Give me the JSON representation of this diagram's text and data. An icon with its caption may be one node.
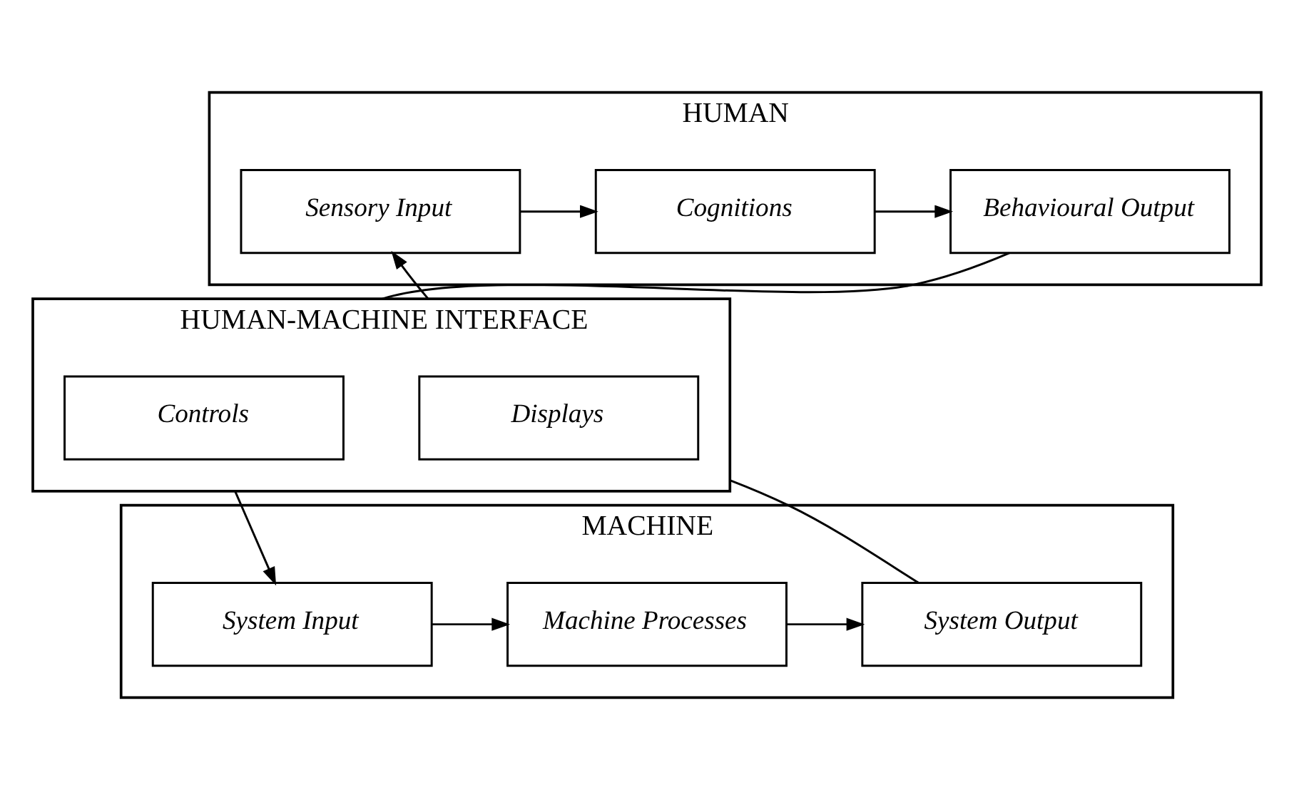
{
  "diagram": {
    "nodes": [
      {
        "text": [
          "HUMAN"
        ]
      },
      {
        "text": [
          "Sensory Input"
        ],
        "in": 0
      },
      {
        "text": [
          "Cognitions"
        ],
        "in": 0
      },
      {
        "text": [
          "Behavioural Output"
        ],
        "in": 0
      },
      {
        "text": [
          "HUMAN-MACHINE INTERFACE"
        ]
      },
      {
        "text": [
          "Displays"
        ],
        "in": 4
      },
      {
        "text": [
          "Controls"
        ],
        "in": 4
      },
      {
        "text": [
          "MACHINE"
        ]
      },
      {
        "text": [
          "System Output"
        ],
        "in": 7
      },
      {
        "text": [
          "Machine Processes"
        ],
        "in": 7
      },
      {
        "text": [
          "System Input"
        ],
        "in": 7
      }
    ],
    "edges": [
      {
        "from": 1,
        "to": 2,
        "arrow": "to"
      },
      {
        "from": 2,
        "to": 3,
        "arrow": "to"
      },
      {
        "from": 3,
        "to": 4,
        "arrow": "none"
      },
      {
        "from": 4,
        "to": 10,
        "arrow": "to"
      },
      {
        "from": 10,
        "to": 9,
        "arrow": "to"
      },
      {
        "from": 9,
        "to": 8,
        "arrow": "to"
      },
      {
        "from": 8,
        "to": 4,
        "arrow": "none"
      },
      {
        "from": 4,
        "to": 1,
        "arrow": "to"
      }
    ]
  }
}
